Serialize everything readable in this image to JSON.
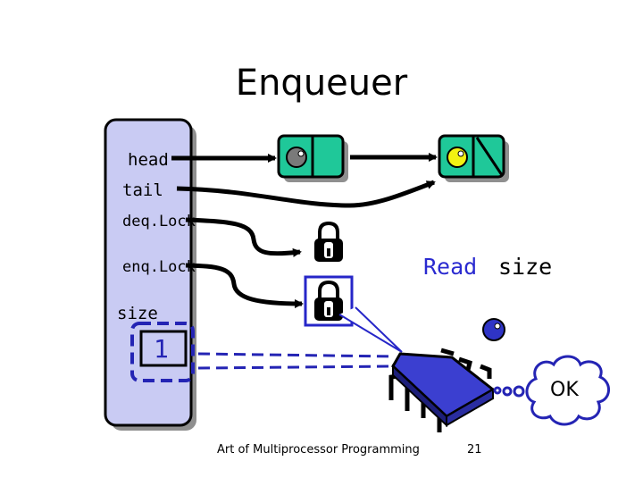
{
  "title": "Enqueuer",
  "queue_object": {
    "fields": {
      "head": "head",
      "tail": "tail",
      "deq_lock": "deq.Lock",
      "enq_lock": "enq.Lock",
      "size": "size"
    },
    "size_value": "1"
  },
  "callout": {
    "read_word": "Read",
    "size_word": "size"
  },
  "thought_bubble": "OK",
  "footer": {
    "course": "Art of Multiprocessor Programming",
    "page_number": "21"
  },
  "colors": {
    "object_fill": "#c9cbf3",
    "node_fill": "#1fc899",
    "sentinel_ball": "#7a7a7a",
    "new_ball": "#f2f212",
    "thread_ball": "#2f34c6",
    "lock_highlight": "#2626c8",
    "dashed_box": "#2424b4",
    "read_text": "#2a2ad0",
    "processor_fill": "#3b3fd0"
  },
  "icons": [
    "padlock-icon",
    "padlock-icon",
    "processor-chip-icon",
    "thought-cloud-icon"
  ]
}
